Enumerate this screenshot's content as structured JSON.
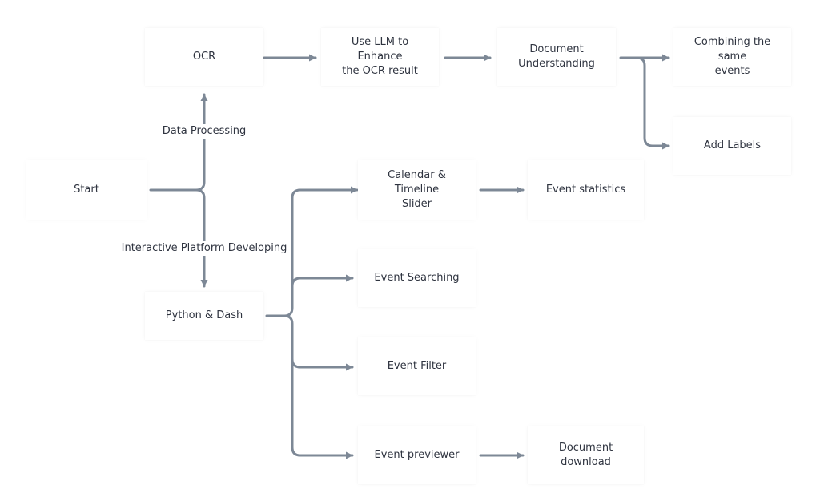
{
  "diagram": {
    "colors": {
      "connector": "#7d8896",
      "text": "#2f3440",
      "node_bg": "#ffffff"
    },
    "nodes": {
      "start": "Start",
      "ocr": "OCR",
      "llm": "Use LLM to Enhance\nthe OCR result",
      "doc_understanding": "Document\nUnderstanding",
      "combine_events": "Combining the same\nevents",
      "add_labels": "Add Labels",
      "python_dash": "Python & Dash",
      "calendar_slider": "Calendar & Timeline\nSlider",
      "event_statistics": "Event statistics",
      "event_searching": "Event Searching",
      "event_filter": "Event Filter",
      "event_previewer": "Event previewer",
      "document_download": "Document download"
    },
    "edge_labels": {
      "data_processing": "Data Processing",
      "platform_developing": "Interactive Platform Developing"
    }
  }
}
